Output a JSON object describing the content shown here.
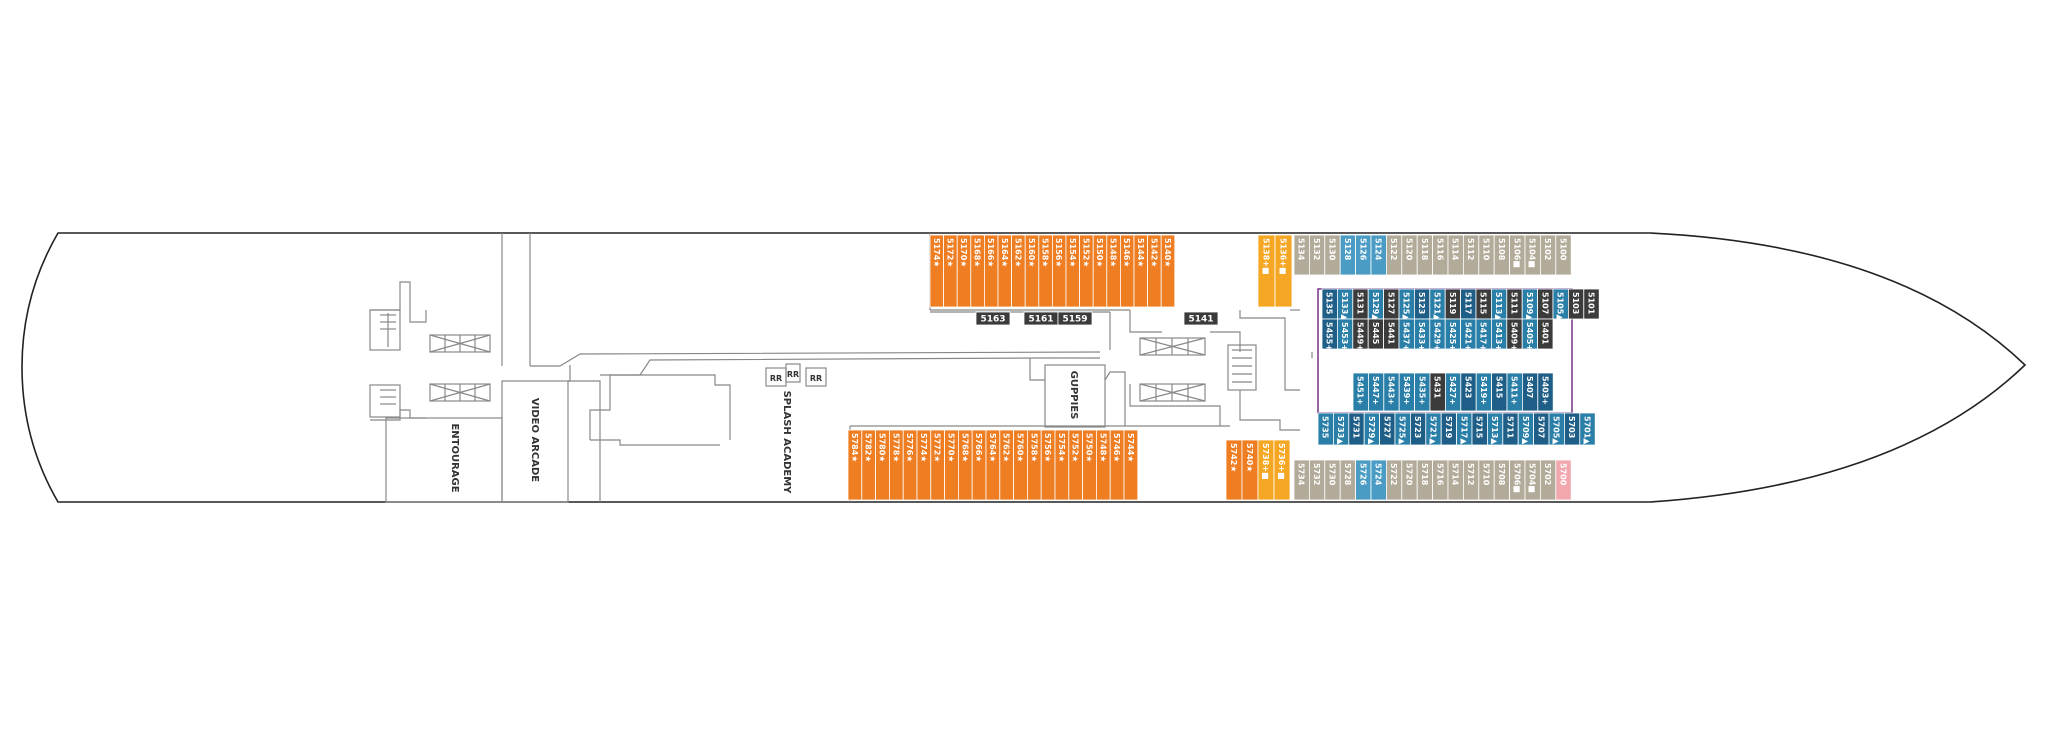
{
  "colors": {
    "orange": "#ef7d22",
    "gold": "#f5a623",
    "taupe": "#b3ab99",
    "blue": "#4a9cc4",
    "navy": "#1f5f87",
    "teal": "#2a7fa8",
    "dark": "#3b3b3b",
    "pink": "#f2a6ad",
    "purple": "#7d3f8f",
    "outline": "#222222",
    "wall": "#888888"
  },
  "areas": {
    "entourage": "ENTOURAGE",
    "video_arcade": "VIDEO ARCADE",
    "splash_academy": "SPLASH ACADEMY",
    "guppies": "GUPPIES",
    "rr_1": "RR",
    "rr_2": "RR",
    "rr_3": "RR"
  },
  "cabins": {
    "top_orange": [
      "5174★",
      "5172★",
      "5170★",
      "5168★",
      "5166★",
      "5164★",
      "5162★",
      "5160★",
      "5158★",
      "5156★",
      "5154★",
      "5152★",
      "5150★",
      "5148★",
      "5146★",
      "5144★",
      "5142★",
      "5140★"
    ],
    "bottom_orange": [
      "5784★",
      "5782★",
      "5780★",
      "5778★",
      "5776★",
      "5774★",
      "5772★",
      "5770★",
      "5768★",
      "5766★",
      "5764★",
      "5762★",
      "5760★",
      "5758★",
      "5756★",
      "5754★",
      "5752★",
      "5750★",
      "5748★",
      "5746★",
      "5744★"
    ],
    "top_gold": [
      "5138+■",
      "5136+■"
    ],
    "bottom_gold": [
      "5742★",
      "5740★",
      "5738+■",
      "5736+■"
    ],
    "top_mid_labels": [
      "5163",
      "5161",
      "5159",
      "5141"
    ],
    "top_row": [
      {
        "n": "5134",
        "c": "taupe"
      },
      {
        "n": "5132",
        "c": "taupe"
      },
      {
        "n": "5130",
        "c": "taupe"
      },
      {
        "n": "5128",
        "c": "blue"
      },
      {
        "n": "5126",
        "c": "blue"
      },
      {
        "n": "5124",
        "c": "blue"
      },
      {
        "n": "5122",
        "c": "taupe"
      },
      {
        "n": "5120",
        "c": "taupe"
      },
      {
        "n": "5118",
        "c": "taupe"
      },
      {
        "n": "5116",
        "c": "taupe"
      },
      {
        "n": "5114",
        "c": "taupe"
      },
      {
        "n": "5112",
        "c": "taupe"
      },
      {
        "n": "5110",
        "c": "taupe"
      },
      {
        "n": "5108",
        "c": "taupe"
      },
      {
        "n": "5106■",
        "c": "taupe"
      },
      {
        "n": "5104■",
        "c": "taupe"
      },
      {
        "n": "5102",
        "c": "taupe"
      },
      {
        "n": "5100",
        "c": "taupe"
      }
    ],
    "upper_inner": [
      {
        "n": "5135",
        "c": "navy"
      },
      {
        "n": "5133▲",
        "c": "teal"
      },
      {
        "n": "5131",
        "c": "dark"
      },
      {
        "n": "5129▲",
        "c": "teal"
      },
      {
        "n": "5127",
        "c": "dark"
      },
      {
        "n": "5125▲",
        "c": "teal"
      },
      {
        "n": "5123",
        "c": "navy"
      },
      {
        "n": "5121▲",
        "c": "teal"
      },
      {
        "n": "5119",
        "c": "dark"
      },
      {
        "n": "5117",
        "c": "navy"
      },
      {
        "n": "5115",
        "c": "dark"
      },
      {
        "n": "5113▲",
        "c": "teal"
      },
      {
        "n": "5111",
        "c": "dark"
      },
      {
        "n": "5109▲",
        "c": "teal"
      },
      {
        "n": "5107",
        "c": "dark"
      },
      {
        "n": "5105▲",
        "c": "teal"
      },
      {
        "n": "5103",
        "c": "dark"
      },
      {
        "n": "5101",
        "c": "dark"
      }
    ],
    "upper_interior": [
      {
        "n": "5455+",
        "c": "navy"
      },
      {
        "n": "5453+",
        "c": "teal"
      },
      {
        "n": "5449+",
        "c": "dark"
      },
      {
        "n": "5445",
        "c": "dark"
      },
      {
        "n": "5441",
        "c": "dark"
      },
      {
        "n": "5437+",
        "c": "teal"
      },
      {
        "n": "5433+",
        "c": "teal"
      },
      {
        "n": "5429+",
        "c": "teal"
      },
      {
        "n": "5425+",
        "c": "teal"
      },
      {
        "n": "5421+",
        "c": "teal"
      },
      {
        "n": "5417+",
        "c": "teal"
      },
      {
        "n": "5413+",
        "c": "teal"
      },
      {
        "n": "5409+",
        "c": "dark"
      },
      {
        "n": "5405+",
        "c": "teal"
      },
      {
        "n": "5401",
        "c": "dark"
      }
    ],
    "lower_interior": [
      {
        "n": "5451+",
        "c": "teal"
      },
      {
        "n": "5447+",
        "c": "teal"
      },
      {
        "n": "5443+",
        "c": "teal"
      },
      {
        "n": "5439+",
        "c": "teal"
      },
      {
        "n": "5435+",
        "c": "teal"
      },
      {
        "n": "5431",
        "c": "dark"
      },
      {
        "n": "5427+",
        "c": "teal"
      },
      {
        "n": "5423",
        "c": "navy"
      },
      {
        "n": "5419+",
        "c": "teal"
      },
      {
        "n": "5415",
        "c": "navy"
      },
      {
        "n": "5411+",
        "c": "teal"
      },
      {
        "n": "5407",
        "c": "navy"
      },
      {
        "n": "5403+",
        "c": "navy"
      }
    ],
    "lower_inner": [
      {
        "n": "5735",
        "c": "teal"
      },
      {
        "n": "5733▲",
        "c": "teal"
      },
      {
        "n": "5731",
        "c": "navy"
      },
      {
        "n": "5729▲",
        "c": "teal"
      },
      {
        "n": "5727",
        "c": "navy"
      },
      {
        "n": "5725▲",
        "c": "teal"
      },
      {
        "n": "5723",
        "c": "navy"
      },
      {
        "n": "5721▲",
        "c": "teal"
      },
      {
        "n": "5719",
        "c": "navy"
      },
      {
        "n": "5717▲",
        "c": "teal"
      },
      {
        "n": "5715",
        "c": "navy"
      },
      {
        "n": "5713▲",
        "c": "teal"
      },
      {
        "n": "5711",
        "c": "navy"
      },
      {
        "n": "5709▲",
        "c": "teal"
      },
      {
        "n": "5707",
        "c": "navy"
      },
      {
        "n": "5705▲",
        "c": "teal"
      },
      {
        "n": "5703",
        "c": "navy"
      },
      {
        "n": "5701▲",
        "c": "teal"
      }
    ],
    "bottom_row": [
      {
        "n": "5734",
        "c": "taupe"
      },
      {
        "n": "5732",
        "c": "taupe"
      },
      {
        "n": "5730",
        "c": "taupe"
      },
      {
        "n": "5728",
        "c": "taupe"
      },
      {
        "n": "5726",
        "c": "blue"
      },
      {
        "n": "5724",
        "c": "blue"
      },
      {
        "n": "5722",
        "c": "taupe"
      },
      {
        "n": "5720",
        "c": "taupe"
      },
      {
        "n": "5718",
        "c": "taupe"
      },
      {
        "n": "5716",
        "c": "taupe"
      },
      {
        "n": "5714",
        "c": "taupe"
      },
      {
        "n": "5712",
        "c": "taupe"
      },
      {
        "n": "5710",
        "c": "taupe"
      },
      {
        "n": "5708",
        "c": "taupe"
      },
      {
        "n": "5706■",
        "c": "taupe"
      },
      {
        "n": "5704■",
        "c": "taupe"
      },
      {
        "n": "5702",
        "c": "taupe"
      },
      {
        "n": "5700",
        "c": "pink"
      }
    ]
  }
}
